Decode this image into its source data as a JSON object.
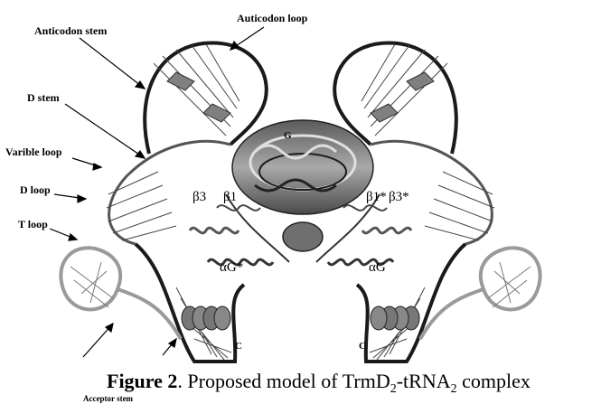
{
  "labels": {
    "anticodon_loop": "Auticodon loop",
    "anticodon_stem": "Anticodon stem",
    "d_stem": "D stem",
    "variable_loop": "Varible loop",
    "d_loop": "D loop",
    "t_loop": "T loop",
    "acceptor_stem": "Acceptor stem"
  },
  "structure_tags": {
    "beta3_left": "β3",
    "beta1_left": "β1",
    "alphaG_star": "αG*",
    "alphaG": "αG",
    "beta3_star": "β3*",
    "beta1_star": "β1*",
    "c_left": "C",
    "c_right": "C",
    "g_tag": "G"
  },
  "caption": {
    "figure_label": "Figure 2",
    "text": ". Proposed model of TrmD",
    "sub1": "2",
    "mid": "-tRNA",
    "sub2": "2",
    "end": " complex"
  },
  "colors": {
    "ink": "#000000",
    "ribbon_dark": "#3a3a3a",
    "ribbon_mid": "#8a8a8a",
    "ribbon_light": "#c8c8c8"
  }
}
